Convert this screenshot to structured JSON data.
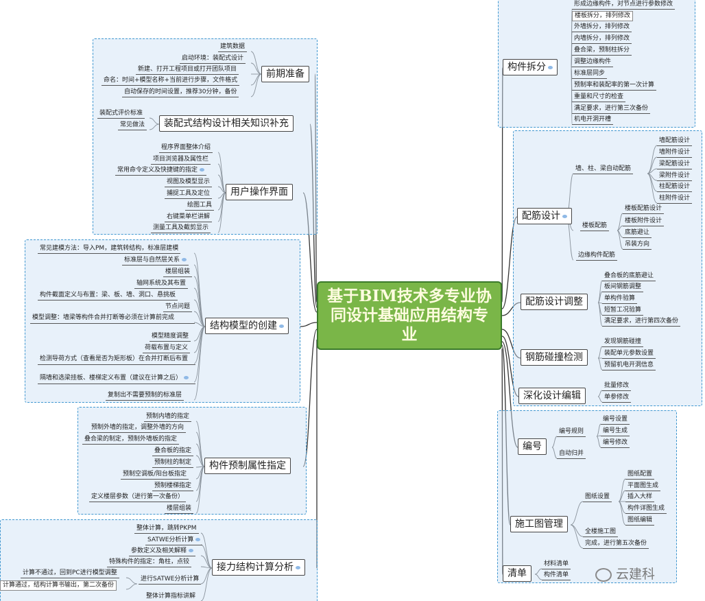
{
  "title": "基于BIM技术多专业协同设计基础应用结构专业",
  "watermark": "云建科",
  "nodes": {
    "qianqi": "前期准备",
    "zhishi": "装配式结构设计相关知识补充",
    "yonghu": "用户操作界面",
    "moxing": "结构模型的创建",
    "yuzhi": "构件预制属性指定",
    "jieli": "接力结构计算分析",
    "chaifen": "构件拆分",
    "peijin": "配筋设计",
    "tiaozheng": "配筋设计调整",
    "pengzhuang": "钢筋碰撞检测",
    "shenhua": "深化设计编辑",
    "bianhao": "编号",
    "shigong": "施工图管理",
    "qingdan": "清单"
  },
  "leaves": {
    "qianqi": [
      "建筑数据",
      "启动环境：装配式设计",
      "新建、打开工程项目或打开团队项目",
      "命名：时间+模型名称+当前进行步骤，文件格式",
      "自动保存的时间设置，推荐30分钟，备份"
    ],
    "zhishi": [
      "装配式评价标准",
      "常见做法"
    ],
    "yonghu": [
      "程序界面整体介绍",
      "项目浏览器及属性栏",
      "常用命令定义及快捷键的指定",
      "视图及模型显示",
      "捕捉工具及定位",
      "绘图工具",
      "右键菜单栏讲解",
      "测量工具及截剪显示"
    ],
    "moxing": [
      "常见建模方法：导入PM，建筑转结构，标准层建模",
      "标准层与自然层关系",
      "楼层组装",
      "轴网系统及其布置",
      "构件截面定义与布置：梁、板、墙、洞口、悬挑板",
      "节点问题",
      "模型调整：墙梁等构件合并打断等必须在计算前完成",
      "模型精度调整",
      "荷载布置与定义",
      "检测导荷方式（查看是否为矩形板）在合并打断后布置",
      "隔墙和选梁挂板、楼梯定义布置（建议在计算之后）",
      "复制出不需要预制的标准层"
    ],
    "yuzhi": [
      "预制内墙的指定",
      "预制外墙的指定，调整外墙的方向",
      "叠合梁的制定，预制外墙板的指定",
      "叠合板的指定",
      "预制柱的制定",
      "预制空调板/阳台板指定",
      "预制楼梯指定",
      "定义楼层参数（进行第一次备份）",
      "楼层组装"
    ],
    "jieli": [
      "整体计算，跳转PKPM",
      "SATWE分析计算",
      "参数定义及相关解释",
      "特殊构件的指定：角柱，点铰",
      "计算不通过，回到PC进行模型调整",
      "计算通过，结构计算书输出，第二次备份",
      "进行SATWE分析计算",
      "整体计算指标讲解"
    ],
    "chaifen": [
      "形成边缘构件，对节点进行参数修改",
      "楼板拆分，排列修改",
      "外墙拆分，排列修改",
      "内墙拆分，排列修改",
      "叠合梁，预制柱拆分",
      "调整边缘构件",
      "标准层同步",
      "预制率和装配率的第一次计算",
      "重量和尺寸的检查",
      "满足要求，进行第三次备份",
      "机电开洞开槽"
    ],
    "peijin_sub": [
      "墙、柱、梁自动配筋",
      "楼板配筋",
      "边缘构件配筋"
    ],
    "peijin_a": [
      "墙配筋设计",
      "墙附件设计",
      "梁配筋设计",
      "梁附件设计",
      "柱配筋设计",
      "柱附件设计"
    ],
    "peijin_b": [
      "楼板配筋设计",
      "楼板附件设计",
      "底筋避让",
      "吊装方向"
    ],
    "tiaozheng": [
      "叠合板的底筋避让",
      "板间钢筋调整",
      "单构件验算",
      "短暂工况验算",
      "满足要求，进行第四次备份"
    ],
    "pengzhuang": [
      "发现钢筋碰撞",
      "装配单元参数设置",
      "预留机电开洞信息"
    ],
    "shenhua": [
      "批量修改",
      "单参修改"
    ],
    "bianhao_sub": [
      "编号规则",
      "自动归并"
    ],
    "bianhao_a": [
      "编号设置",
      "编号生成",
      "编号修改"
    ],
    "shigong_sub": [
      "图纸设置",
      "全楼施工图",
      "完成，进行第五次备份"
    ],
    "shigong_a": [
      "图纸配置",
      "平面图生成",
      "插入大样",
      "构件详图生成",
      "图纸编辑"
    ],
    "qingdan": [
      "材料清单",
      "构件清单"
    ]
  }
}
